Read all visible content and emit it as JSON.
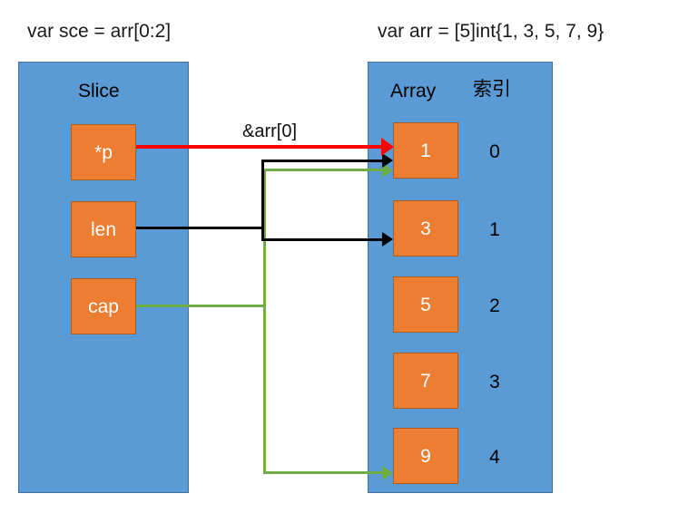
{
  "titles": {
    "slice_decl": "var sce = arr[0:2]",
    "array_decl": "var arr = [5]int{1, 3, 5, 7, 9}"
  },
  "slice_panel": {
    "header": "Slice",
    "fields": [
      {
        "label": "*p",
        "name": "pointer-field"
      },
      {
        "label": "len",
        "name": "length-field"
      },
      {
        "label": "cap",
        "name": "capacity-field"
      }
    ]
  },
  "array_panel": {
    "header": "Array",
    "index_header": "索引",
    "cells": [
      {
        "value": "1",
        "index": "0"
      },
      {
        "value": "3",
        "index": "1"
      },
      {
        "value": "5",
        "index": "2"
      },
      {
        "value": "7",
        "index": "3"
      },
      {
        "value": "9",
        "index": "4"
      }
    ]
  },
  "annotations": {
    "pointer_label": "&arr[0]"
  },
  "colors": {
    "panel_blue": "#5B9BD5",
    "panel_blue_border": "#41719C",
    "cell_orange": "#ED7D31",
    "cell_orange_border": "#AE5A21",
    "pointer_arrow_red": "#FF0000",
    "len_arrow_black": "#000000",
    "cap_arrow_green": "#70AD47",
    "background_white": "#FFFFFF",
    "text_dark": "#1A1A1A",
    "cell_text_white": "#FFFFFF"
  }
}
